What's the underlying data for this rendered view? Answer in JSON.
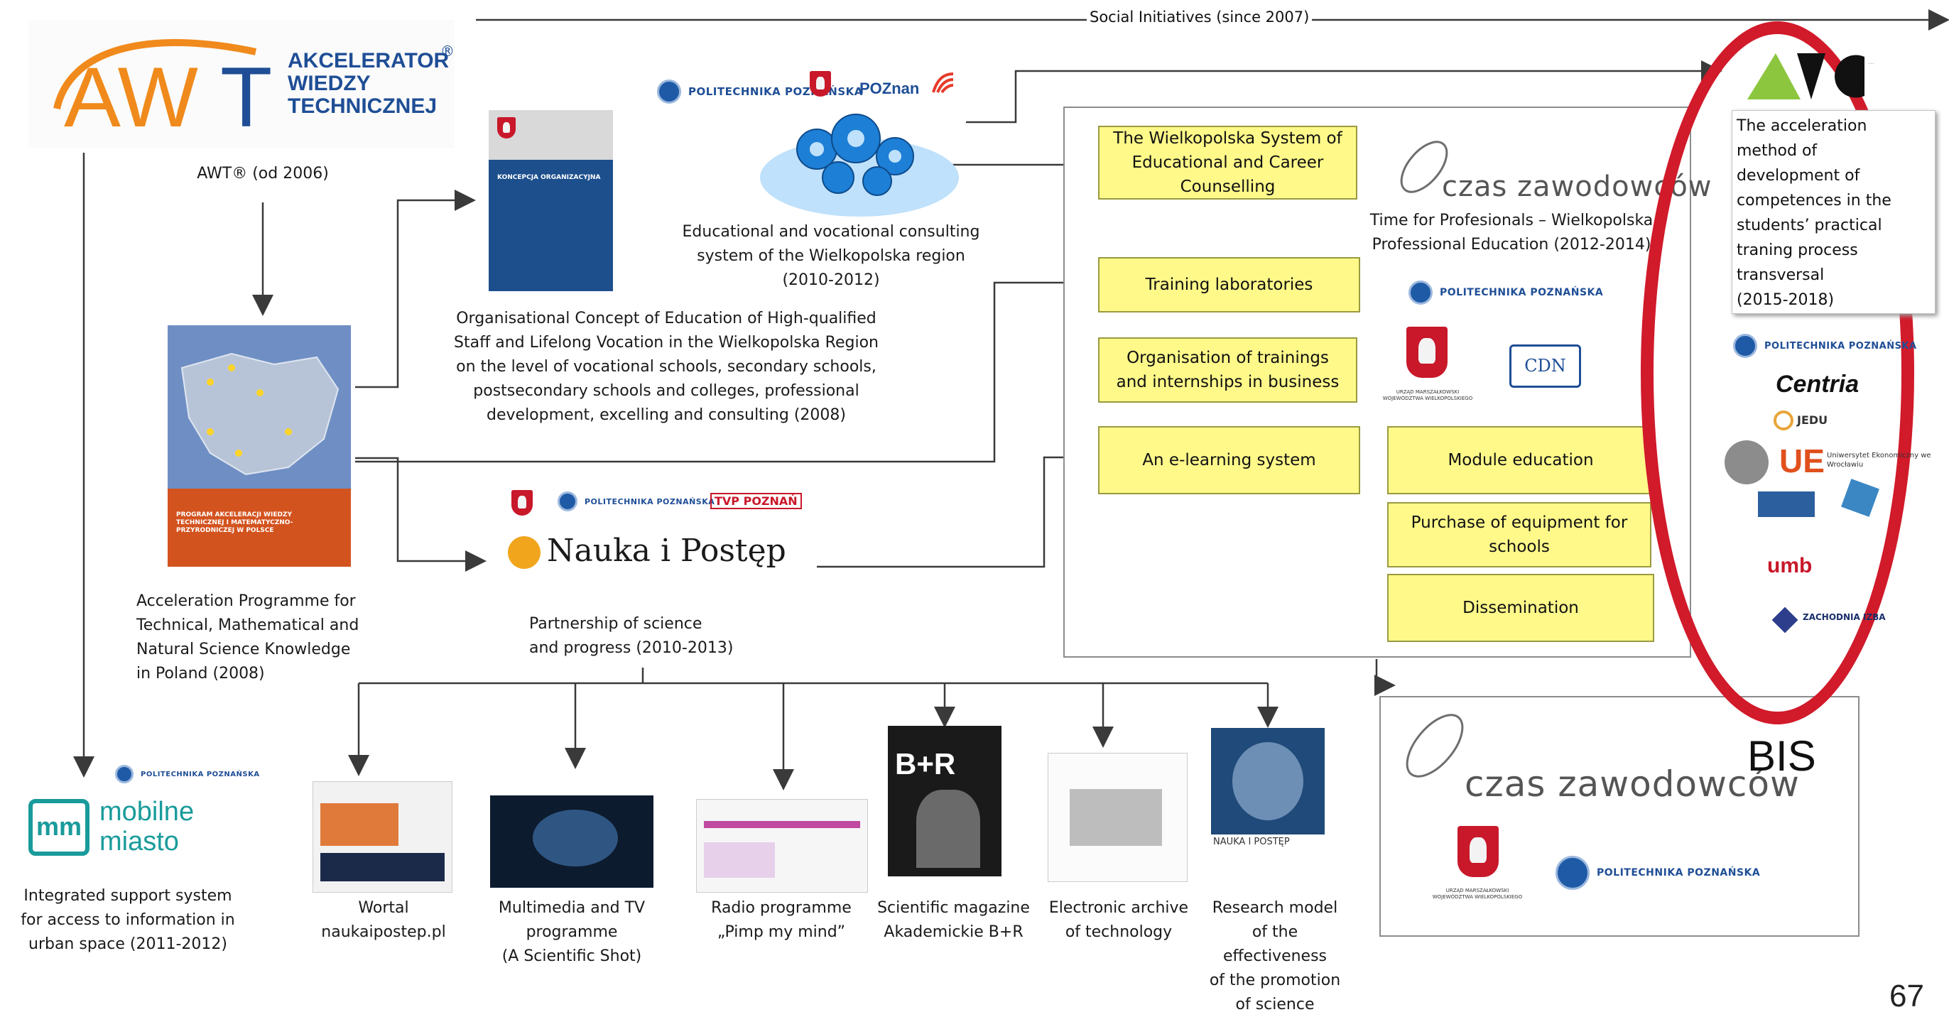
{
  "top_arrow_label": "Social Initiatives (since 2007)",
  "awt": {
    "logo_mark": "AWT",
    "logo_text": [
      "AKCELERATOR",
      "WIEDZY",
      "TECHNICZNEJ"
    ],
    "reg": "®",
    "caption": "AWT® (od 2006)"
  },
  "acceleration_programme": {
    "cover_title": "PROGRAM AKCELERACJI WIEDZY TECHNICZNEJ I MATEMATYCZNO-PRZYRODNICZEJ W POLSCE",
    "caption": [
      "Acceleration Programme for",
      "Technical, Mathematical and",
      "Natural Science Knowledge",
      "in Poland (2008)"
    ]
  },
  "organisational_concept": {
    "cover_title": "KONCEPCJA ORGANIZACYJNA",
    "caption": [
      "Organisational Concept of Education of High-qualified",
      "Staff and Lifelong Vocation in the Wielkopolska Region",
      "on the level of vocational schools, secondary schools,",
      "postsecondary schools and colleges, professional",
      "development, excelling and consulting (2008)"
    ]
  },
  "consulting_system": {
    "logos": [
      "POLITECHNIKA POZNAŃSKA",
      "POZnan"
    ],
    "caption": [
      "Educational and vocational consulting",
      "system of the Wielkopolska region",
      "(2010-2012)"
    ]
  },
  "nauka": {
    "logos": [
      "POLITECHNIKA POZNAŃSKA",
      "TVP POZNAŃ"
    ],
    "title": "Nauka i Postęp",
    "caption": [
      "Partnership of science",
      "and progress (2010-2013)"
    ]
  },
  "central_box": {
    "items": [
      {
        "label": "The Wielkopolska System of Educational and Career Counselling"
      },
      {
        "label": "Training laboratories"
      },
      {
        "label": "Organisation of trainings and internships in business"
      },
      {
        "label": "An e-learning system"
      },
      {
        "label": "Module education"
      },
      {
        "label": "Purchase of equipment for schools"
      },
      {
        "label": "Dissemination"
      }
    ],
    "czas_logo": "czas zawodowców",
    "czas_caption": [
      "Time for Profesionals – Wielkopolska",
      "Professional Education (2012-2014)"
    ],
    "pp_logo": "POLITECHNIKA POZNAŃSKA",
    "cdn_logo": "CDN",
    "urzad": "URZĄD MARSZAŁKOWSKI WOJEWÓDZTWA WIELKOPOLSKIEGO"
  },
  "bis_box": {
    "czas_logo": "czas zawodowców",
    "bis": "BIS",
    "pp_logo": "POLITECHNIKA POZNAŃSKA",
    "urzad": "URZĄD MARSZAŁKOWSKI WOJEWÓDZTWA WIELKOPOLSKIEGO"
  },
  "right_panel": {
    "text": [
      "The acceleration",
      "method of",
      "development of",
      "competences in the",
      "students’ practical",
      "traning process",
      "transversal",
      "(2015-2018)"
    ],
    "logos": [
      "POLITECHNIKA POZNAŃSKA",
      "Centria",
      "JEDU",
      "UE",
      "Uniwersytet Ekonomiczny we Wrocławiu",
      "umb",
      "ZACHODNIA IZBA"
    ]
  },
  "mobilne": {
    "logo_mark": "mm",
    "logo_text": [
      "mobilne",
      "miasto"
    ],
    "pp_logo": "POLITECHNIKA POZNAŃSKA",
    "caption": [
      "Integrated support system",
      "for access to information in",
      "urban space (2011-2012)"
    ]
  },
  "outputs": [
    {
      "caption": [
        "Wortal",
        "naukaipostep.pl"
      ]
    },
    {
      "caption": [
        "Multimedia and TV",
        "programme",
        "(A Scientific Shot)"
      ]
    },
    {
      "caption": [
        "Radio programme",
        "„Pimp my mind”"
      ]
    },
    {
      "caption": [
        "Scientific magazine",
        "Akademickie B+R"
      ],
      "cover_text": "B+R"
    },
    {
      "caption": [
        "Electronic archive",
        "of technology"
      ]
    },
    {
      "caption": [
        "Research model",
        "of the",
        "effectiveness",
        "of the promotion",
        "of science"
      ],
      "cover_text": "NAUKA I POSTĘP"
    }
  ],
  "page_number": "67",
  "colors": {
    "highlight_ellipse": "#d11a2a",
    "yellow_box": "#fff98a",
    "awt_blue": "#1f4e96",
    "awt_orange": "#f08a1c"
  }
}
